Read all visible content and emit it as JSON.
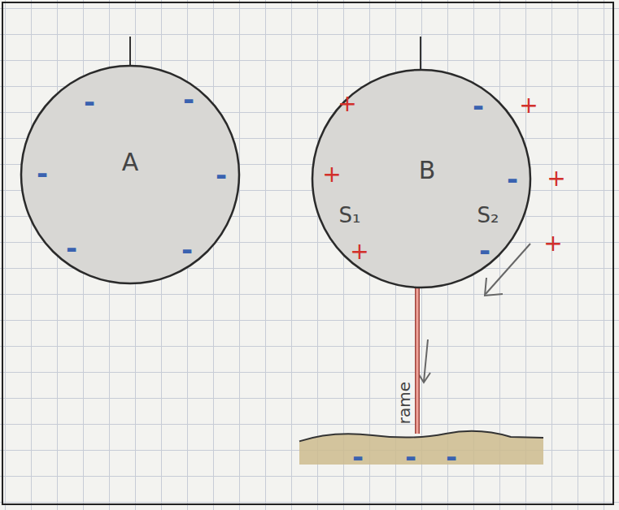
{
  "diagram": {
    "nodes": [
      {
        "text": [
          "A",
          "-",
          "-",
          "-",
          "-",
          "-",
          "-"
        ]
      },
      {
        "text": [
          "B",
          "S₁",
          "S₂",
          "+",
          "+",
          "+",
          "-",
          "-",
          "-"
        ]
      },
      {
        "text": [
          "-",
          "-",
          "-"
        ]
      }
    ],
    "edges": [
      {
        "from": 1,
        "to": 2,
        "arrow": "none",
        "label": "rame"
      }
    ],
    "labels": [
      "+",
      "+",
      "+"
    ]
  }
}
